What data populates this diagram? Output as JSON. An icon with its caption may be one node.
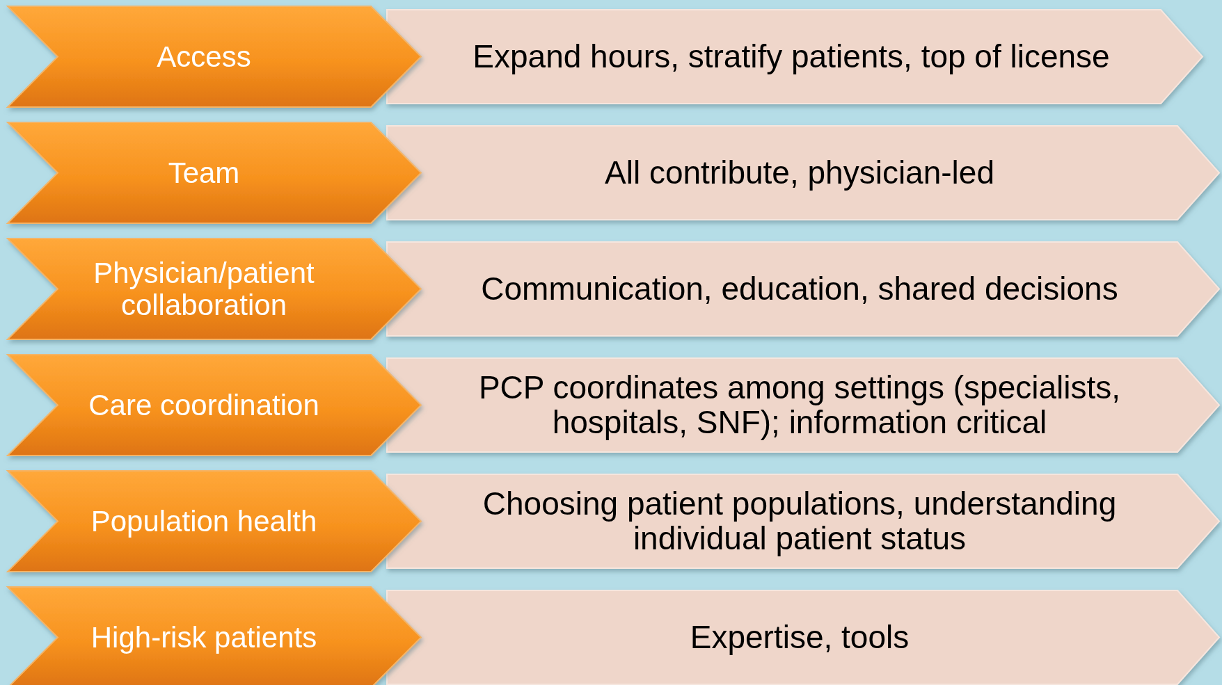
{
  "diagram": {
    "nodes": [
      {
        "text": [
          "Access"
        ]
      },
      {
        "text": [
          "Expand hours, stratify patients, top of license"
        ]
      },
      {
        "text": [
          "Team"
        ]
      },
      {
        "text": [
          "All contribute, physician-led"
        ]
      },
      {
        "text": [
          "Physician/patient collaboration"
        ]
      },
      {
        "text": [
          "Communication, education, shared decisions"
        ]
      },
      {
        "text": [
          "Care coordination"
        ]
      },
      {
        "text": [
          "PCP coordinates among settings (specialists, hospitals, SNF); information critical"
        ]
      },
      {
        "text": [
          "Population health"
        ]
      },
      {
        "text": [
          "Choosing patient populations, understanding individual patient status"
        ]
      },
      {
        "text": [
          "High-risk patients"
        ]
      },
      {
        "text": [
          "Expertise, tools"
        ]
      }
    ]
  }
}
